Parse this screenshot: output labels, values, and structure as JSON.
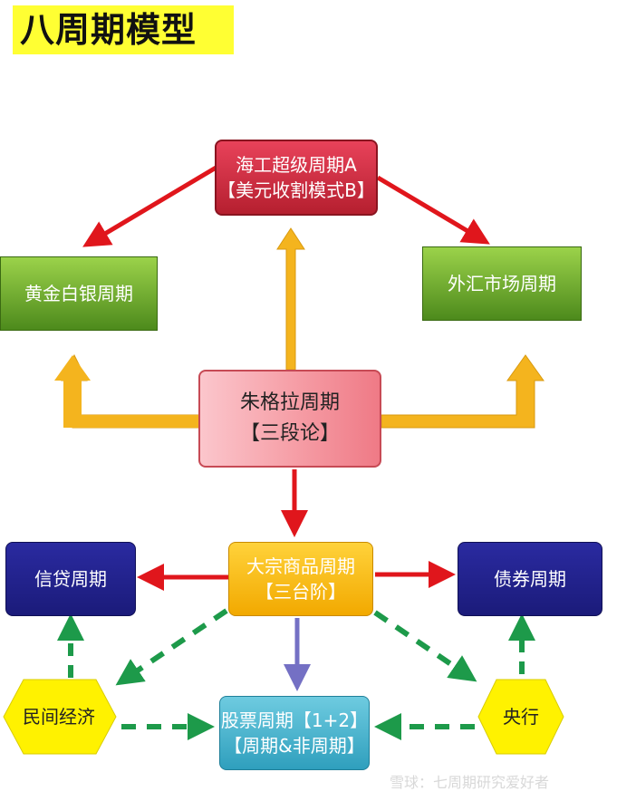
{
  "title": "八周期模型",
  "nodes": {
    "hai": {
      "line1": "海工超级周期A",
      "line2": "【美元收割模式B】"
    },
    "gold": {
      "label": "黄金白银周期"
    },
    "fx": {
      "label": "外汇市场周期"
    },
    "zhu": {
      "line1": "朱格拉周期",
      "line2": "【三段论】"
    },
    "commodity": {
      "line1": "大宗商品周期",
      "line2": "【三台阶】"
    },
    "credit": {
      "label": "信贷周期"
    },
    "bond": {
      "label": "债券周期"
    },
    "stock": {
      "line1": "股票周期【1+2】",
      "line2": "【周期&非周期】"
    },
    "minjian": {
      "label": "民间经济"
    },
    "yanghang": {
      "label": "央行"
    }
  },
  "colors": {
    "red_arrow": "#e0161c",
    "orange_arrow": "#f4b41e",
    "green_dashed": "#1d9a4a",
    "purple_arrow": "#7470c4",
    "hexagon": "#fff200"
  },
  "watermark": "雪球：七周期研究爱好者"
}
